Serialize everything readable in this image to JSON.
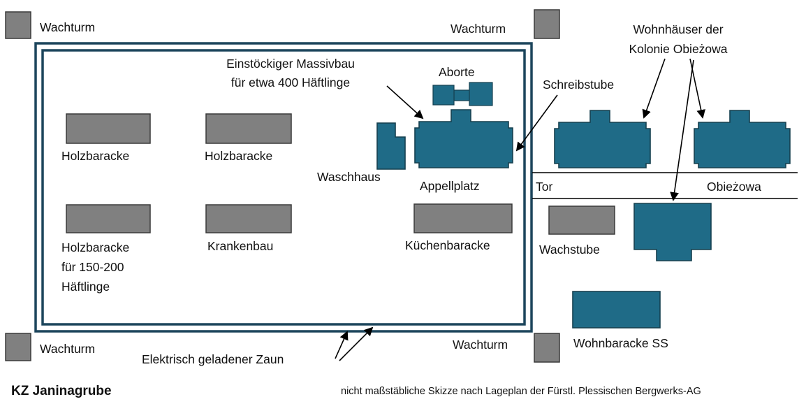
{
  "title": "KZ Janinagrube",
  "footnote": "nicht maßstäbliche Skizze nach Lageplan der Fürstl. Plessischen Bergwerks-AG",
  "colors": {
    "building_teal": "#1F6B87",
    "building_gray": "#808080",
    "fence_dark": "#1C455C",
    "line_black": "#000000"
  },
  "labels": {
    "wachturm_top_left": "Wachturm",
    "wachturm_top_mid": "Wachturm",
    "wachturm_bottom_left": "Wachturm",
    "wachturm_bottom_mid": "Wachturm",
    "wohnhaeuser_line1": "Wohnhäuser der",
    "wohnhaeuser_line2": "Kolonie Obieżowa",
    "massivbau_line1": "Einstöckiger Massivbau",
    "massivbau_line2": "für etwa 400 Häftlinge",
    "aborte": "Aborte",
    "schreibstube": "Schreibstube",
    "holzbaracke_top_1": "Holzbaracke",
    "holzbaracke_top_2": "Holzbaracke",
    "waschhaus": "Waschhaus",
    "appellplatz": "Appellplatz",
    "tor": "Tor",
    "obiezowa": "Obieżowa",
    "holzbaracke_bottom_line1": "Holzbaracke",
    "holzbaracke_bottom_line2": "für 150-200",
    "holzbaracke_bottom_line3": "Häftlinge",
    "krankenbau": "Krankenbau",
    "kuechenbaracke": "Küchenbaracke",
    "wachstube": "Wachstube",
    "wohnbaracke_ss": "Wohnbaracke SS",
    "zaun": "Elektrisch geladener Zaun"
  }
}
